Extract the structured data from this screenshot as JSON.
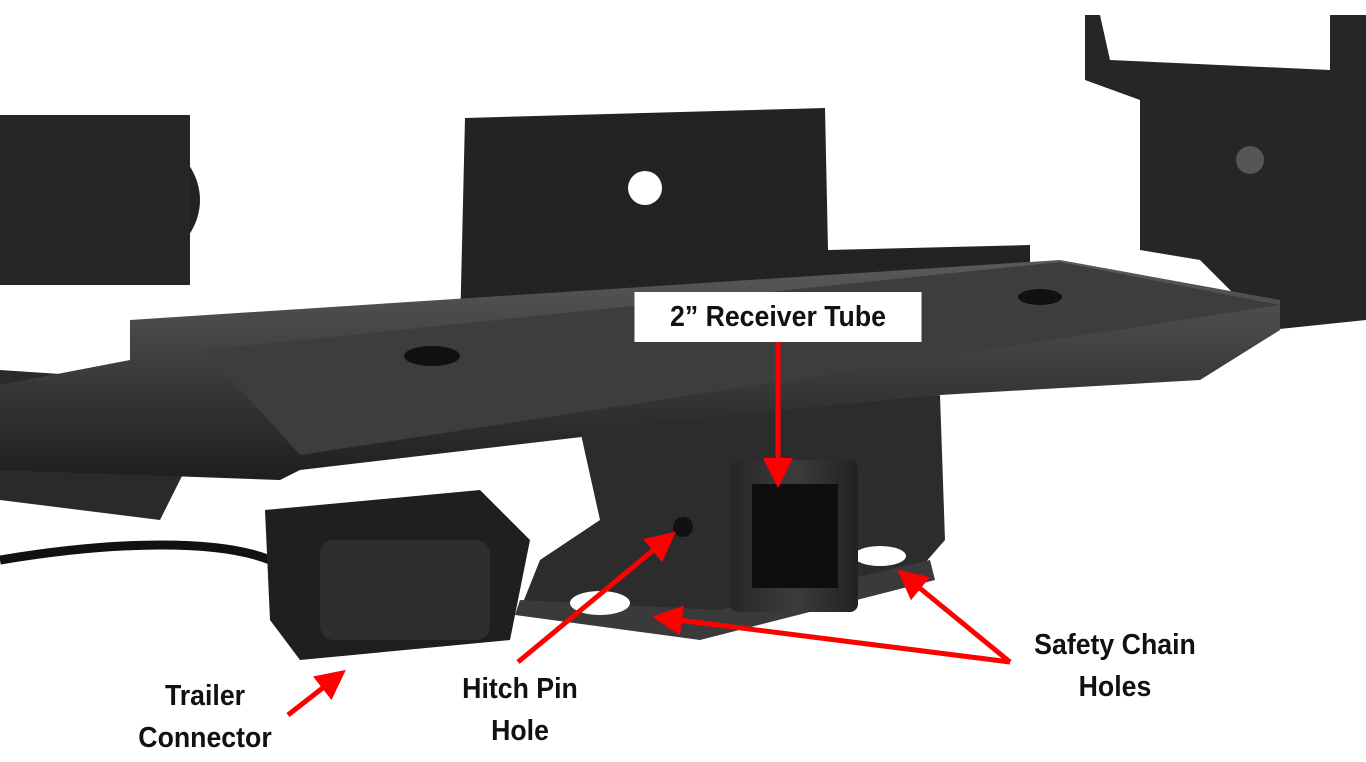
{
  "labels": {
    "receiver_tube": "2” Receiver Tube",
    "trailer_connector_line1": "Trailer",
    "trailer_connector_line2": "Connector",
    "hitch_pin_line1": "Hitch Pin",
    "hitch_pin_line2": "Hole",
    "safety_chain_line1": "Safety Chain",
    "safety_chain_line2": "Holes"
  },
  "colors": {
    "arrow": "#ff0000",
    "metal": "#2b2b2b",
    "metal_light": "#4a4a4a"
  }
}
